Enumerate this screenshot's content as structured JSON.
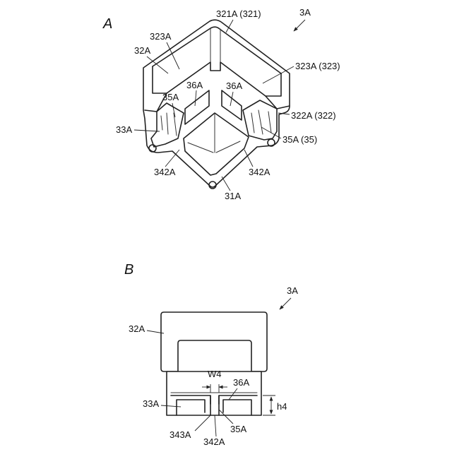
{
  "figures": [
    {
      "panel_label": "A",
      "labels": {
        "assembly": "3A",
        "top_corner": "321A (321)",
        "left_panel_face": "323A",
        "left_panel": "32A",
        "right_panel_face": "323A (323)",
        "right_side": "322A (322)",
        "rib_left": "35A",
        "rib_right": "35A (35)",
        "slot_left": "36A",
        "slot_right": "36A",
        "bottom_flange": "33A",
        "notch_left": "342A",
        "notch_right": "342A",
        "bottom_corner": "31A"
      }
    },
    {
      "panel_label": "B",
      "labels": {
        "assembly": "3A",
        "upper_panel": "32A",
        "gap_width": "W4",
        "slot": "36A",
        "bottom_flange": "33A",
        "height": "h4",
        "notch_a": "343A",
        "notch_b": "342A",
        "rib": "35A"
      }
    }
  ]
}
